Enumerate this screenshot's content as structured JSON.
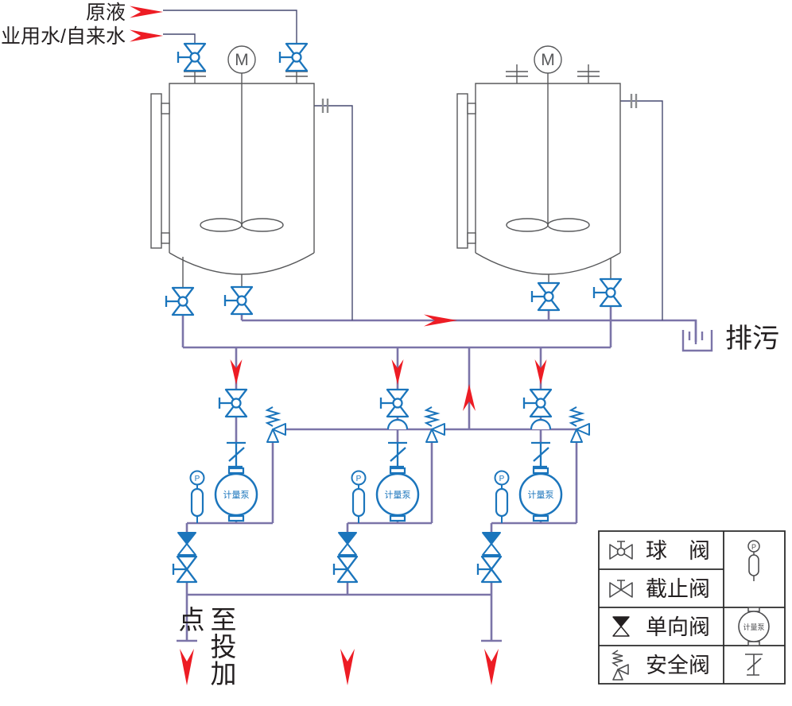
{
  "labels": {
    "raw_liquid": "原液",
    "industrial_water": "工业用水/自来水",
    "drain": "排污",
    "dosing_point": "至投加点",
    "motor": "M",
    "metering_pump": "计量泵",
    "pressure_gauge": "P"
  },
  "legend": {
    "rows": [
      {
        "symbol": "ball-valve",
        "label": "球　阀"
      },
      {
        "symbol": "globe-valve",
        "label": "截止阀"
      },
      {
        "symbol": "check-valve",
        "label": "单向阀"
      },
      {
        "symbol": "safety-valve",
        "label": "安全阀"
      }
    ],
    "right_symbols": [
      "pulsation-dampener-with-pressure-gauge",
      "metering-pump",
      "back-pressure-valve"
    ]
  },
  "colors": {
    "symbol_blue": "#1b75bc",
    "pipe_purple": "#7b74a8",
    "thin_navy": "#474a70",
    "equipment_gray": "#58595b",
    "arrow_red": "#ed1c24",
    "text_black": "#231f20"
  }
}
